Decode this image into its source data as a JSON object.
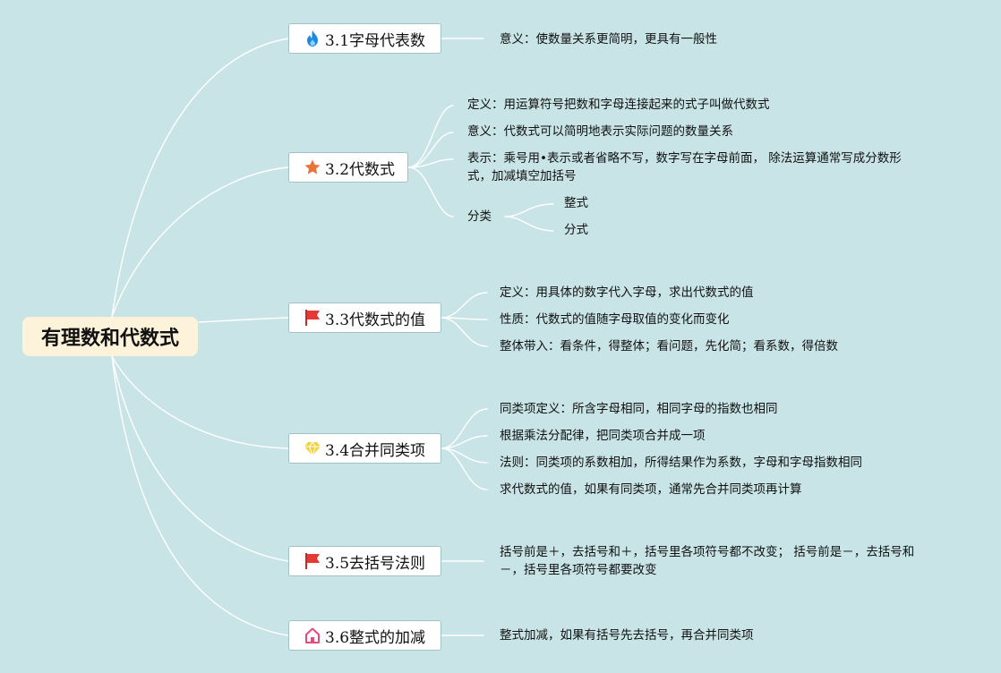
{
  "root": {
    "label": "有理数和代数式"
  },
  "topics": [
    {
      "label": "3.1字母代表数",
      "icon": "fire-icon",
      "items": [
        "意义：使数量关系更简明，更具有一般性"
      ]
    },
    {
      "label": "3.2代数式",
      "icon": "star-icon",
      "items": [
        "定义：用运算符号把数和字母连接起来的式子叫做代数式",
        "意义：代数式可以简明地表示实际问题的数量关系",
        "表示：乘号用•表示或者省略不写，数字写在字母前面， 除法运算通常写成分数形式，加减填空加括号"
      ],
      "category": {
        "label": "分类",
        "children": [
          "整式",
          "分式"
        ]
      }
    },
    {
      "label": "3.3代数式的值",
      "icon": "red-flag-icon",
      "items": [
        "定义：用具体的数字代入字母，求出代数式的值",
        "性质：代数式的值随字母取值的变化而变化",
        "整体带入：看条件，得整体；看问题，先化简；看系数，得倍数"
      ]
    },
    {
      "label": "3.4合并同类项",
      "icon": "diamond-icon",
      "items": [
        "同类项定义：所含字母相同，相同字母的指数也相同",
        "根据乘法分配律，把同类项合并成一项",
        "法则：同类项的系数相加，所得结果作为系数，字母和字母指数相同",
        "求代数式的值，如果有同类项，通常先合并同类项再计算"
      ]
    },
    {
      "label": "3.5去括号法则",
      "icon": "red-flag-icon",
      "items": [
        "括号前是＋，去括号和＋，括号里各项符号都不改变； 括号前是－，去括号和－，括号里各项符号都要改变"
      ]
    },
    {
      "label": "3.6整式的加减",
      "icon": "house-icon",
      "items": [
        "整式加减，如果有括号先去括号，再合并同类项"
      ]
    }
  ],
  "colors": {
    "background": "#c8e4e6",
    "root_fill": "#fdf3da",
    "topic_fill": "#ffffff",
    "connector": "#ffffff",
    "fire": "#1e88e5",
    "star": "#e8743b",
    "flag": "#e53935",
    "diamond": "#f4d03f",
    "house": "#e84a7f"
  }
}
